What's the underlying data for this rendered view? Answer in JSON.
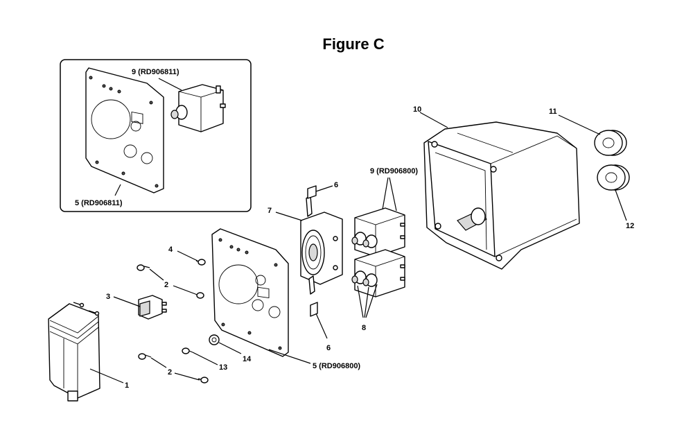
{
  "figure_title": "Figure  C",
  "callouts": {
    "inset_switch": "9 (RD906811)",
    "inset_plate": "5 (RD906811)",
    "part_1": "1",
    "part_2a": "2",
    "part_2b": "2",
    "part_3": "3",
    "part_4": "4",
    "part_5_plate": "5 (RD906800)",
    "part_6_top": "6",
    "part_6_bottom": "6",
    "part_7": "7",
    "part_8": "8",
    "part_9_switches": "9 (RD906800)",
    "part_10": "10",
    "part_11": "11",
    "part_12": "12",
    "part_13": "13",
    "part_14": "14"
  }
}
